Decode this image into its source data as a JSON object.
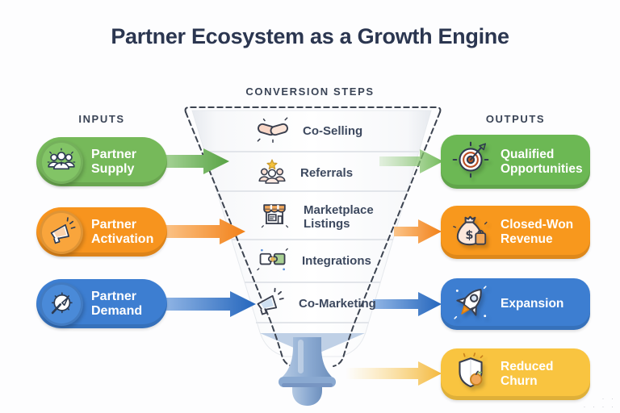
{
  "title": "Partner Ecosystem as a Growth Engine",
  "colors": {
    "green": "#76b95a",
    "orange": "#f7941e",
    "blue": "#3d7ed1",
    "yellow": "#f9c440",
    "navy": "#2b3650"
  },
  "inputs": {
    "heading": "INPUTS",
    "items": [
      {
        "label": "Partner Supply",
        "icon": "partners-group-icon",
        "color": "#76b95a"
      },
      {
        "label": "Partner Activation",
        "icon": "megaphone-icon",
        "color": "#f7941e"
      },
      {
        "label": "Partner Demand",
        "icon": "compass-icon",
        "color": "#3d7ed1"
      }
    ]
  },
  "funnel": {
    "heading": "CONVERSION STEPS",
    "steps": [
      {
        "label": "Co-Selling",
        "icon": "handshake-icon"
      },
      {
        "label": "Referrals",
        "icon": "referral-star-people-icon"
      },
      {
        "label": "Marketplace Listings",
        "icon": "storefront-icon"
      },
      {
        "label": "Integrations",
        "icon": "puzzle-icon"
      },
      {
        "label": "Co-Marketing",
        "icon": "megaphone-icon"
      }
    ]
  },
  "outputs": {
    "heading": "OUTPUTS",
    "items": [
      {
        "label": "Qualified Opportunities",
        "icon": "target-icon",
        "color": "#6cb854"
      },
      {
        "label": "Closed-Won Revenue",
        "icon": "money-bag-icon",
        "color": "#f8981d"
      },
      {
        "label": "Expansion",
        "icon": "rocket-icon",
        "color": "#3d7ed1"
      },
      {
        "label": "Reduced Churn",
        "icon": "shield-icon",
        "color": "#f9c440"
      }
    ]
  },
  "watermark": "· ·\n· · · ·"
}
